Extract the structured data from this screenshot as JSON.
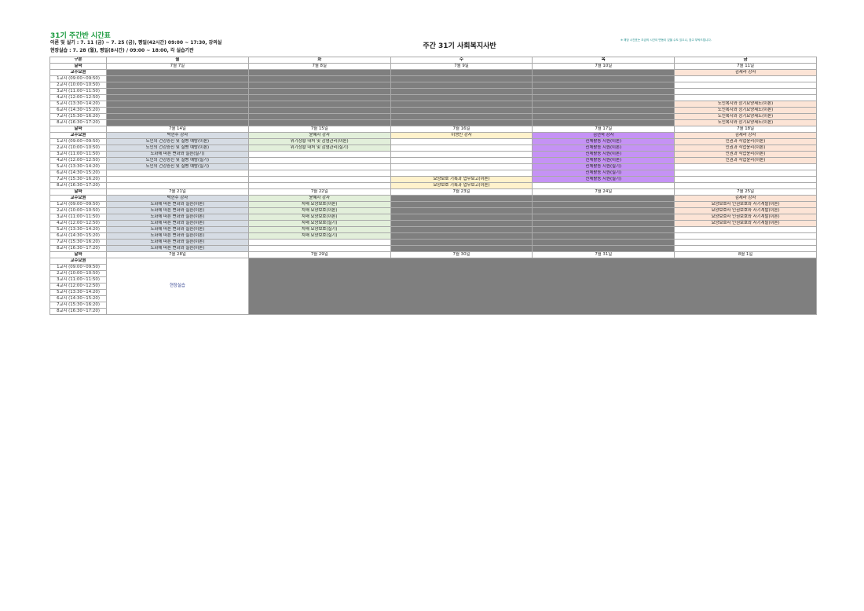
{
  "header": {
    "title": "31기 주간반 시간표",
    "line1": "이론 및 실기 : 7. 11 (금) ~ 7. 25 (금), 평일(42시간) 09:00 ~ 17:30, 강의실",
    "line2": "현장실습 : 7. 28 (월), 평일(8시간) / 09:00 ~ 18:00, 각 실습기관",
    "center_title": "주간 31기 사회복지사반",
    "note": "※ 해당 시간표는 조금의 시간이 변동이 있을 수도 있으니, 참고 부탁드립니다."
  },
  "labels": {
    "section": "구분",
    "date": "날짜",
    "instructor": "교수요원"
  },
  "days": [
    "월",
    "화",
    "수",
    "목",
    "금"
  ],
  "periods": [
    "1교시 (09:00~09:50)",
    "2교시 (10:00~10:50)",
    "3교시 (11:00~11:50)",
    "4교시 (12:00~12:50)",
    "5교시 (13:30~14:20)",
    "6교시 (14:30~15:20)",
    "7교시 (15:30~16:20)",
    "8교시 (16:30~17:20)"
  ],
  "weeks": [
    {
      "dates": [
        "7월 7일",
        "7월 8일",
        "7월 9일",
        "7월 10일",
        "7월 11일"
      ],
      "instructors": [
        "",
        "",
        "",
        "",
        "김세라 강사"
      ],
      "classes": [
        [
          "",
          "",
          "",
          "",
          ""
        ],
        [
          "",
          "",
          "",
          "",
          ""
        ],
        [
          "",
          "",
          "",
          "",
          ""
        ],
        [
          "",
          "",
          "",
          "",
          ""
        ],
        [
          "",
          "",
          "",
          "",
          "노인복지와 장기요양제도(이론)"
        ],
        [
          "",
          "",
          "",
          "",
          "노인복지와 장기요양제도(이론)"
        ],
        [
          "",
          "",
          "",
          "",
          "노인복지와 장기요양제도(이론)"
        ],
        [
          "",
          "",
          "",
          "",
          "노인복지와 장기요양제도(이론)"
        ]
      ]
    },
    {
      "dates": [
        "7월 14일",
        "7월 15일",
        "7월 16일",
        "7월 17일",
        "7월 18일"
      ],
      "instructors": [
        "박현주 강사",
        "윤혜자 강사",
        "이영민 강사",
        "김현숙 강사",
        "김세라 강사"
      ],
      "classes": [
        [
          "노인의 건강증진 및 질병 예방(이론)",
          "위기상황 대처 및 감염관리(이론)",
          "",
          "신체활동 지원(이론)",
          "인권과 직업윤리(이론)"
        ],
        [
          "노인의 건강증진 및 질병 예방(이론)",
          "위기상황 대처 및 감염관리(실기)",
          "",
          "신체활동 지원(이론)",
          "인권과 직업윤리(이론)"
        ],
        [
          "노화에 따른 변화와 질환(실기)",
          "",
          "",
          "신체활동 지원(이론)",
          "인권과 직업윤리(이론)"
        ],
        [
          "노인의 건강증진 및 질병 예방(실기)",
          "",
          "",
          "신체활동 지원(이론)",
          "인권과 직업윤리(이론)"
        ],
        [
          "노인의 건강증진 및 질병 예방(실기)",
          "",
          "",
          "신체활동 지원(실기)",
          ""
        ],
        [
          "",
          "",
          "",
          "신체활동 지원(실기)",
          ""
        ],
        [
          "",
          "",
          "요양보호 기록과 업무보고(이론)",
          "신체활동 지원(실기)",
          ""
        ],
        [
          "",
          "",
          "요양보호 기록과 업무보고(이론)",
          "",
          ""
        ]
      ]
    },
    {
      "dates": [
        "7월 21일",
        "7월 22일",
        "7월 23일",
        "7월 24일",
        "7월 25일"
      ],
      "instructors": [
        "박현주 강사",
        "윤혜자 강사",
        "",
        "",
        "김세라 강사"
      ],
      "classes": [
        [
          "노화에 따른 변화와 질환(이론)",
          "치매 요양보호(이론)",
          "",
          "",
          "요양보호사 인권보호와 자기계발(이론)"
        ],
        [
          "노화에 따른 변화와 질환(이론)",
          "치매 요양보호(이론)",
          "",
          "",
          "요양보호사 인권보호와 자기계발(이론)"
        ],
        [
          "노화에 따른 변화와 질환(이론)",
          "치매 요양보호(이론)",
          "",
          "",
          "요양보호사 인권보호와 자기계발(이론)"
        ],
        [
          "노화에 따른 변화와 질환(이론)",
          "치매 요양보호(실기)",
          "",
          "",
          "요양보호사 인권보호와 자기계발(이론)"
        ],
        [
          "노화에 따른 변화와 질환(이론)",
          "치매 요양보호(실기)",
          "",
          "",
          ""
        ],
        [
          "노화에 따른 변화와 질환(이론)",
          "치매 요양보호(실기)",
          "",
          "",
          ""
        ],
        [
          "노화에 따른 변화와 질환(이론)",
          "",
          "",
          "",
          ""
        ],
        [
          "노화에 따른 변화와 질환(이론)",
          "",
          "",
          "",
          ""
        ]
      ]
    }
  ],
  "week4": {
    "dates": [
      "7월 28일",
      "7월 29일",
      "7월 30일",
      "7월 31일",
      "8월 1일"
    ],
    "field_practice": "현장실습"
  }
}
